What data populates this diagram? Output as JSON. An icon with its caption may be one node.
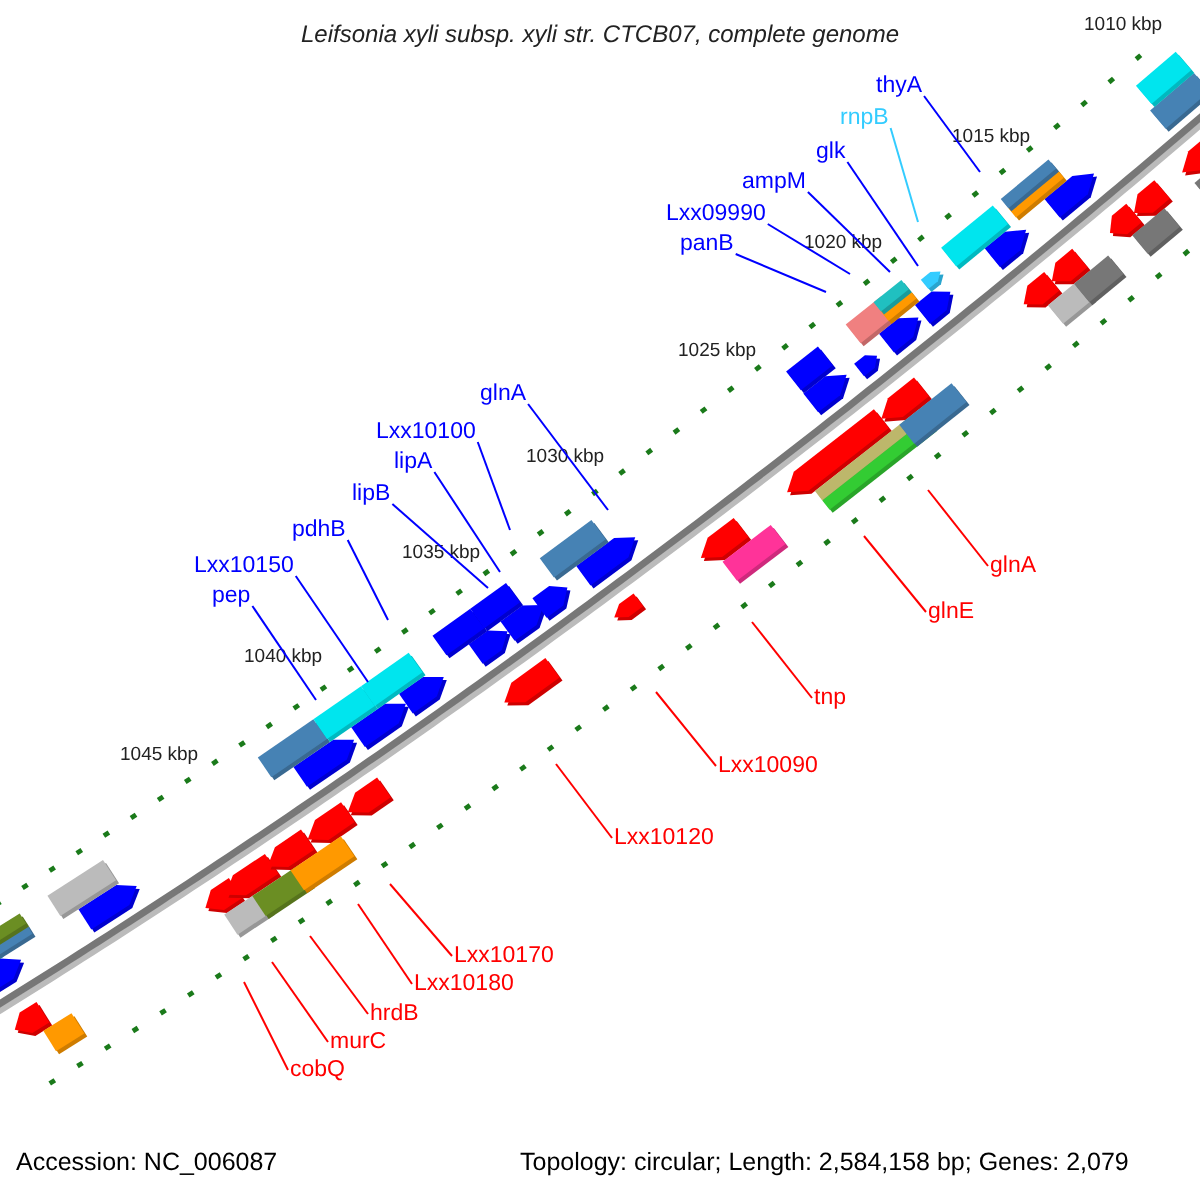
{
  "diagram": {
    "title": "Leifsonia xyli subsp. xyli str. CTCB07, complete genome",
    "nodes": [
      {
        "text": [
          "thyA"
        ]
      },
      {
        "text": [
          "rnpB"
        ]
      },
      {
        "text": [
          "glk"
        ]
      },
      {
        "text": [
          "ampM"
        ]
      },
      {
        "text": [
          "Lxx09990"
        ]
      },
      {
        "text": [
          "panB"
        ]
      },
      {
        "text": [
          "glnA"
        ]
      },
      {
        "text": [
          "Lxx10100"
        ]
      },
      {
        "text": [
          "lipA"
        ]
      },
      {
        "text": [
          "lipB"
        ]
      },
      {
        "text": [
          "pdhB"
        ]
      },
      {
        "text": [
          "Lxx10150"
        ]
      },
      {
        "text": [
          "pep"
        ]
      },
      {
        "text": [
          "glnA"
        ]
      },
      {
        "text": [
          "glnE"
        ]
      },
      {
        "text": [
          "tnp"
        ]
      },
      {
        "text": [
          "Lxx10090"
        ]
      },
      {
        "text": [
          "Lxx10120"
        ]
      },
      {
        "text": [
          "Lxx10170"
        ]
      },
      {
        "text": [
          "Lxx10180"
        ]
      },
      {
        "text": [
          "hrdB"
        ]
      },
      {
        "text": [
          "murC"
        ]
      },
      {
        "text": [
          "cobQ"
        ]
      }
    ],
    "edges": [
      {
        "from": 0,
        "to": null,
        "arrow": "none"
      },
      {
        "from": 1,
        "to": null,
        "arrow": "none",
        "color": "#33ccff"
      },
      {
        "from": 2,
        "to": null,
        "arrow": "none"
      },
      {
        "from": 3,
        "to": null,
        "arrow": "none"
      },
      {
        "from": 4,
        "to": null,
        "arrow": "none"
      },
      {
        "from": 5,
        "to": null,
        "arrow": "none"
      },
      {
        "from": 6,
        "to": null,
        "arrow": "none"
      },
      {
        "from": 7,
        "to": null,
        "arrow": "none"
      },
      {
        "from": 8,
        "to": null,
        "arrow": "none"
      },
      {
        "from": 9,
        "to": null,
        "arrow": "none"
      },
      {
        "from": 10,
        "to": null,
        "arrow": "none"
      },
      {
        "from": 11,
        "to": null,
        "arrow": "none"
      },
      {
        "from": 12,
        "to": null,
        "arrow": "none"
      },
      {
        "from": 13,
        "to": null,
        "arrow": "none",
        "color": "#ff0000"
      },
      {
        "from": 14,
        "to": null,
        "arrow": "none",
        "color": "#ff0000"
      },
      {
        "from": 15,
        "to": null,
        "arrow": "none",
        "color": "#ff0000"
      },
      {
        "from": 16,
        "to": null,
        "arrow": "none",
        "color": "#ff0000"
      },
      {
        "from": 17,
        "to": null,
        "arrow": "none",
        "color": "#ff0000"
      },
      {
        "from": 18,
        "to": null,
        "arrow": "none",
        "color": "#ff0000"
      },
      {
        "from": 19,
        "to": null,
        "arrow": "none",
        "color": "#ff0000"
      },
      {
        "from": 20,
        "to": null,
        "arrow": "none",
        "color": "#ff0000"
      },
      {
        "from": 21,
        "to": null,
        "arrow": "none",
        "color": "#ff0000"
      },
      {
        "from": 22,
        "to": null,
        "arrow": "none",
        "color": "#ff0000"
      }
    ],
    "labels": [
      "1010 kbp",
      "1015 kbp",
      "1020 kbp",
      "1025 kbp",
      "1030 kbp",
      "1035 kbp",
      "1040 kbp",
      "1045 kbp",
      "Accession: NC_006087",
      "Topology: circular; Length: 2,584,158 bp; Genes: 2,079"
    ]
  }
}
